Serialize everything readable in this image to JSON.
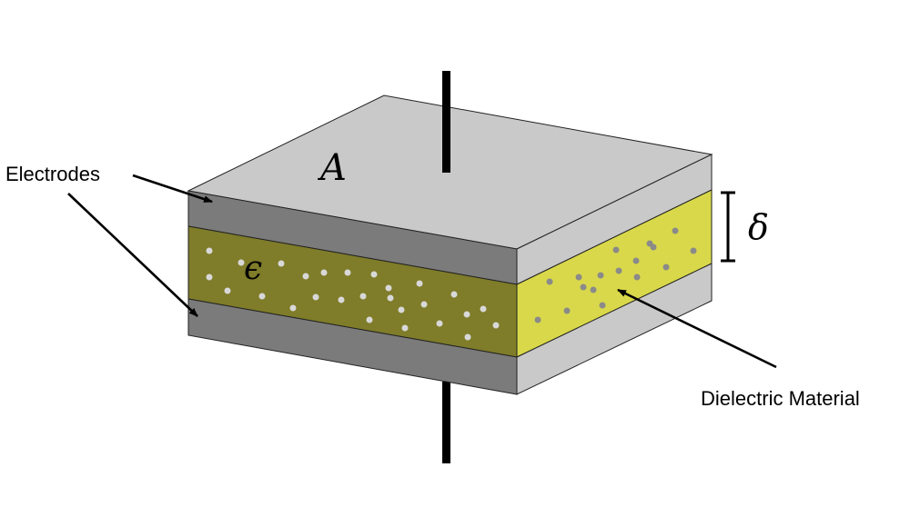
{
  "labels": {
    "area": "A",
    "permittivity": "ϵ",
    "thickness": "δ",
    "electrodes": "Electrodes",
    "dielectric": "Dielectric Material"
  },
  "colors": {
    "electrode_top": "#c9c9c9",
    "electrode_front": "#7b7b7b",
    "electrode_side": "#c9c9c9",
    "dielectric_front": "#7f7c2a",
    "dielectric_side": "#d9d84a",
    "front_dots": "#d8d8d8",
    "side_dots": "#8a8a8a",
    "outline": "#222222"
  }
}
